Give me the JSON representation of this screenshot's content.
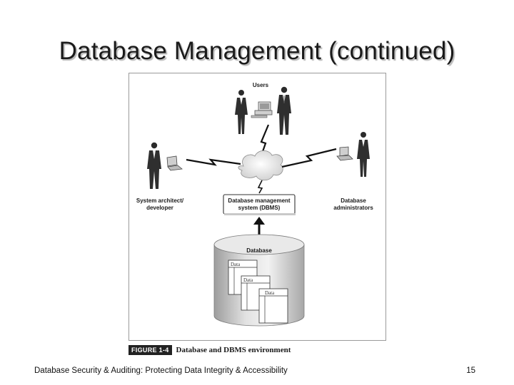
{
  "slide": {
    "title": "Database Management (continued)",
    "footer_text": "Database Security & Auditing: Protecting Data Integrity & Accessibility",
    "page_number": "15"
  },
  "figure": {
    "label_users": "Users",
    "label_architect_line1": "System architect/",
    "label_architect_line2": "developer",
    "label_dbms_line1": "Database management",
    "label_dbms_line2": "system (DBMS)",
    "label_admins_line1": "Database",
    "label_admins_line2": "administrators",
    "label_database": "Database",
    "table_labels": [
      "Data",
      "Data",
      "Data"
    ],
    "caption_tag": "FIGURE 1-4",
    "caption_text": "Database and DBMS environment"
  }
}
